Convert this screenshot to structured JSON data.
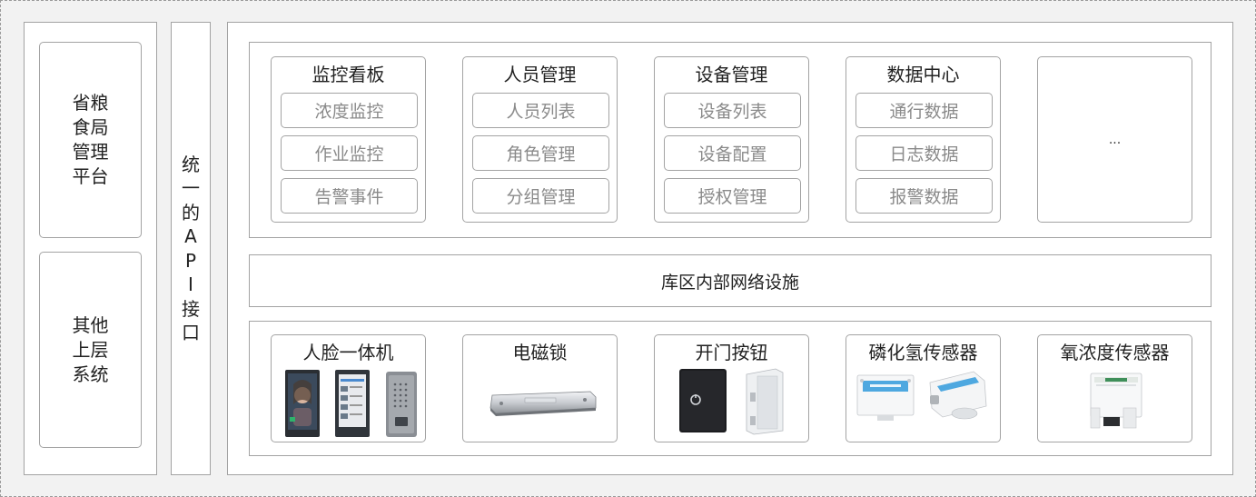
{
  "left_systems": [
    {
      "lines": [
        "省粮",
        "食局",
        "管理",
        "平台"
      ]
    },
    {
      "lines": [
        "其他",
        "上层",
        "系统"
      ]
    }
  ],
  "api": {
    "chars": [
      "统",
      "一",
      "的",
      "A",
      "P",
      "I",
      "接",
      "口"
    ]
  },
  "modules": [
    {
      "title": "监控看板",
      "items": [
        "浓度监控",
        "作业监控",
        "告警事件"
      ]
    },
    {
      "title": "人员管理",
      "items": [
        "人员列表",
        "角色管理",
        "分组管理"
      ]
    },
    {
      "title": "设备管理",
      "items": [
        "设备列表",
        "设备配置",
        "授权管理"
      ]
    },
    {
      "title": "数据中心",
      "items": [
        "通行数据",
        "日志数据",
        "报警数据"
      ]
    }
  ],
  "more_modules": "...",
  "network": "库区内部网络设施",
  "devices": [
    {
      "title": "人脸一体机",
      "icon": "face-terminal-icon"
    },
    {
      "title": "电磁锁",
      "icon": "magnetic-lock-icon"
    },
    {
      "title": "开门按钮",
      "icon": "door-button-icon"
    },
    {
      "title": "磷化氢传感器",
      "icon": "phosphine-sensor-icon"
    },
    {
      "title": "氧浓度传感器",
      "icon": "oxygen-sensor-icon"
    }
  ],
  "colors": {
    "border": "#a3a3a3",
    "background": "#f2f2f2",
    "muted_text": "#8a8a8a"
  }
}
